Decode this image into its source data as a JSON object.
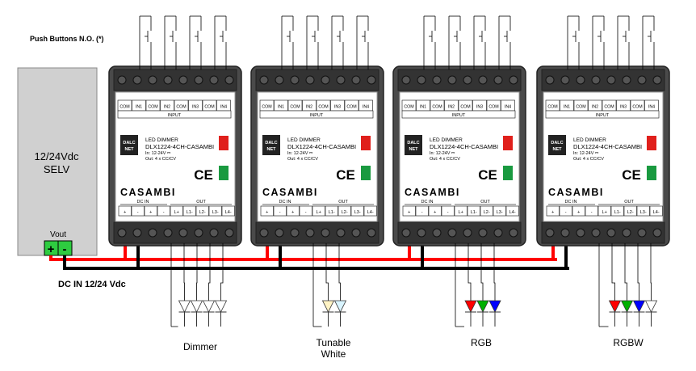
{
  "labels": {
    "push_buttons": "Push Buttons N.O.  (*)",
    "dc_in": "DC IN 12/24 Vdc"
  },
  "power_supply": {
    "line1": "12/24Vdc",
    "line2": "SELV",
    "vout": "Vout",
    "plus": "+",
    "minus": "-"
  },
  "module": {
    "terminals_top": [
      "COM",
      "IN1",
      "COM",
      "IN2",
      "COM",
      "IN3",
      "COM",
      "IN4"
    ],
    "input_label": "INPUT",
    "dali_logo_line1": "DALC",
    "dali_logo_line2": "NET",
    "product_name": "LED DIMMER",
    "product_model": "DLX1224-4CH-CASAMBI",
    "spec_in": "In: 12-24V ⎓",
    "spec_out": "Out: 4 x CC/CV",
    "ce_mark": "CE",
    "brand": "CASAMBI",
    "dc_in_label": "DC IN",
    "out_label": "OUT",
    "terminals_bottom": [
      "+",
      "-",
      "+",
      "-",
      "L+",
      "L1-",
      "L2-",
      "L3-",
      "L4-"
    ]
  },
  "modules_count": 4,
  "groups": [
    {
      "name_line1": "Dimmer",
      "name_line2": "",
      "led_colors": [
        "#ffffff",
        "#ffffff",
        "#ffffff",
        "#ffffff"
      ]
    },
    {
      "name_line1": "Tunable",
      "name_line2": "White",
      "led_colors": [
        "#fff3c4",
        "#d9f4ff"
      ]
    },
    {
      "name_line1": "RGB",
      "name_line2": "",
      "led_colors": [
        "#ff0000",
        "#00b000",
        "#0000ff"
      ]
    },
    {
      "name_line1": "RGBW",
      "name_line2": "",
      "led_colors": [
        "#ff0000",
        "#00b000",
        "#0000ff",
        "#ffffff"
      ]
    }
  ],
  "colors": {
    "positive_wire": "#ff0000",
    "negative_wire": "#000000",
    "module_body": "#4a4a4a",
    "psu_body": "#d0d0d0",
    "vout_green": "#2ecc40",
    "status_red": "#e0201c",
    "status_green": "#1a9a40"
  }
}
